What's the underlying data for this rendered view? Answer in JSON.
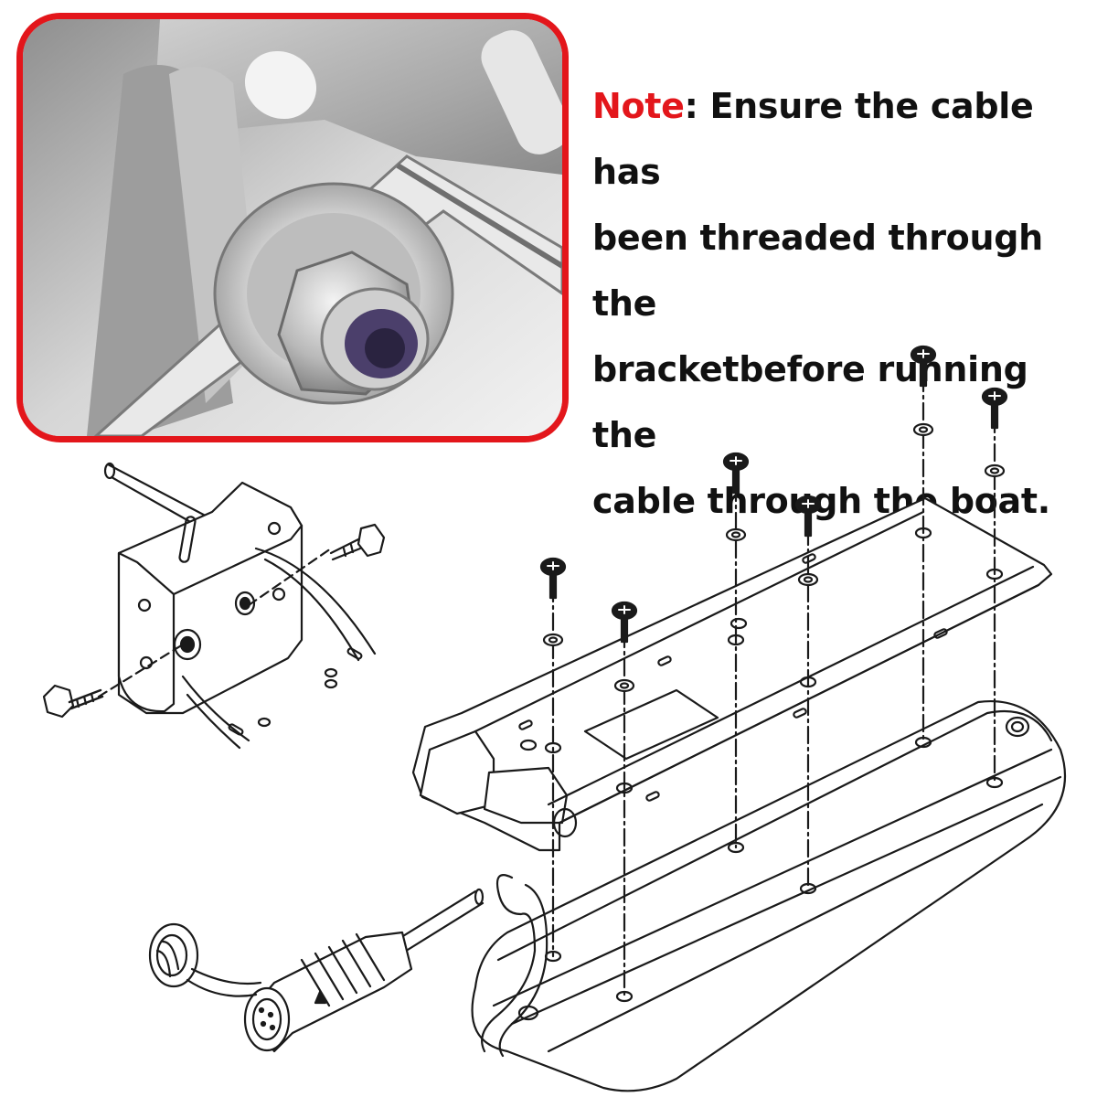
{
  "note": {
    "label": "Note",
    "separator": ":",
    "line1": " Ensure the cable has",
    "line2": "been threaded through the",
    "line3": "bracketbefore running the",
    "line4": "cable through the boat."
  },
  "colors": {
    "note_label": "#e3161b",
    "frame_border": "#e3161b",
    "text": "#111111",
    "line_art": "#1a1a1a",
    "metal": "#b9b9b9",
    "nylon_insert": "#4b3f6b"
  },
  "icons": {
    "nut": "hex-lock-nut-icon",
    "screw": "pan-head-screw-icon",
    "bolt": "hex-bolt-icon",
    "washer": "split-washer-icon"
  }
}
